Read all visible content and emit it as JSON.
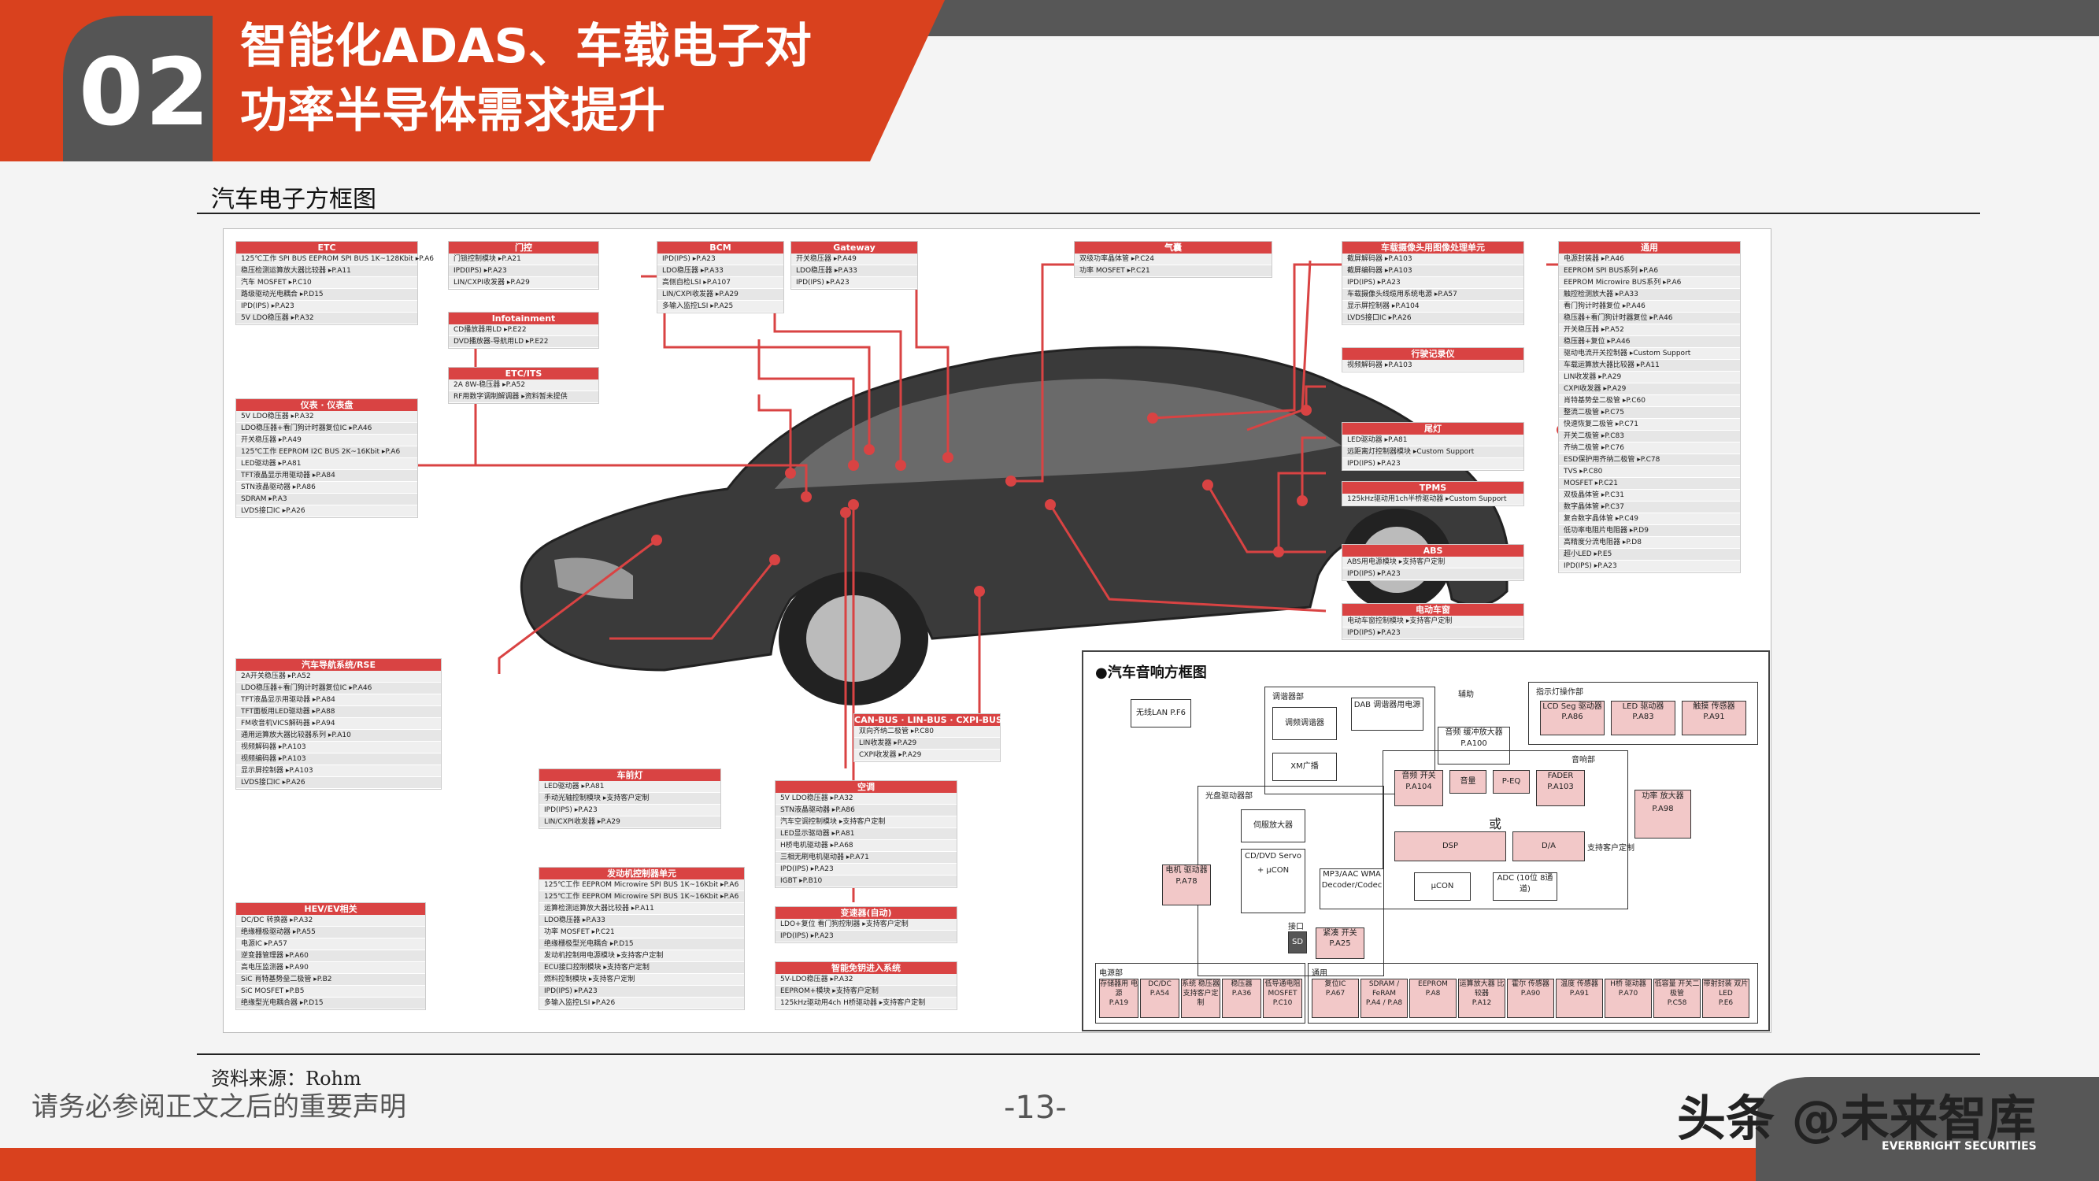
{
  "header": {
    "section_number": "02",
    "title_line1": "智能化ADAS、车载电子对",
    "title_line2": "功率半导体需求提升"
  },
  "figure_caption": "汽车电子方框图",
  "source": "资料来源：Rohm",
  "disclaimer": "请务必参阅正文之后的重要声明",
  "page_number": "-13-",
  "watermark": "头条 @未来智库",
  "watermark_sub": "EVERBRIGHT SECURITIES",
  "colors": {
    "brand_red": "#d9411e",
    "header_gray": "#575757",
    "box_red": "#d94343"
  },
  "boxes": [
    {
      "id": "etc",
      "title": "ETC",
      "rows": [
        "125℃工作 SPI BUS EEPROM SPI BUS 1K~128Kbit ▸P.A6",
        "稳压检测运算放大器比较器 ▸P.A11",
        "汽车 MOSFET ▸P.C10",
        "路级驱动光电耦合 ▸P.D15",
        "IPD(IPS) ▸P.A23",
        "5V LDO稳压器 ▸P.A32"
      ]
    },
    {
      "id": "door",
      "title": "门控",
      "rows": [
        "门锁控制模块 ▸P.A21",
        "IPD(IPS) ▸P.A23",
        "LIN/CXPI收发器 ▸P.A29"
      ]
    },
    {
      "id": "bcm",
      "title": "BCM",
      "rows": [
        "IPD(IPS) ▸P.A23",
        "LDO稳压器 ▸P.A33",
        "高侧自检LSI ▸P.A107",
        "LIN/CXPI收发器 ▸P.A29",
        "多输入监控LSI ▸P.A25"
      ]
    },
    {
      "id": "gateway",
      "title": "Gateway",
      "rows": [
        "开关稳压器 ▸P.A49",
        "LDO稳压器 ▸P.A33",
        "IPD(IPS) ▸P.A23"
      ]
    },
    {
      "id": "infotainment",
      "title": "Infotainment",
      "rows": [
        "CD播放器用LD ▸P.E22",
        "DVD播放器-导航用LD ▸P.E22"
      ]
    },
    {
      "id": "etcits",
      "title": "ETC/ITS",
      "rows": [
        "2A 8W-稳压器 ▸P.A52",
        "RF用数字调制解调器 ▸资料暂未提供"
      ]
    },
    {
      "id": "airbag",
      "title": "气囊",
      "rows": [
        "双级功率晶体管 ▸P.C24",
        "功率 MOSFET ▸P.C21"
      ]
    },
    {
      "id": "camera",
      "title": "车载摄像头用图像处理单元",
      "rows": [
        "截屏解码器 ▸P.A103",
        "截屏编码器 ▸P.A103",
        "IPD(IPS) ▸P.A23",
        "车载摄像头线缆用系统电源 ▸P.A57",
        "显示屏控制器 ▸P.A104",
        "LVDS接口IC ▸P.A26"
      ]
    },
    {
      "id": "general",
      "title": "通用",
      "rows": [
        "电源封装器 ▸P.A46",
        "EEPROM SPI BUS系列 ▸P.A6",
        "EEPROM Microwire BUS系列 ▸P.A6",
        "触控检测放大器 ▸P.A33",
        "看门狗计时器复位 ▸P.A46",
        "稳压器+看门狗计时器复位 ▸P.A46",
        "开关稳压器 ▸P.A52",
        "稳压器+复位 ▸P.A46",
        "驱动电流开关控制器 ▸Custom Support",
        "车载运算放大器比较器 ▸P.A11",
        "LIN收发器 ▸P.A29",
        "CXPI收发器 ▸P.A29",
        "肖特基势垒二极管 ▸P.C60",
        "整流二极管 ▸P.C75",
        "快速恢复二极管 ▸P.C71",
        "开关二极管 ▸P.C83",
        "齐纳二极管 ▸P.C76",
        "ESD保护用齐纳二极管 ▸P.C78",
        "TVS ▸P.C80",
        "MOSFET ▸P.C21",
        "双极晶体管 ▸P.C31",
        "数字晶体管 ▸P.C37",
        "复合数字晶体管 ▸P.C49",
        "低功率电阻片电阻器 ▸P.D9",
        "高精度分流电阻器 ▸P.D8",
        "超小LED ▸P.E5",
        "IPD(IPS) ▸P.A23"
      ]
    },
    {
      "id": "dashcam",
      "title": "行驶记录仪",
      "rows": [
        "视频解码器 ▸P.A103"
      ]
    },
    {
      "id": "taillight",
      "title": "尾灯",
      "rows": [
        "LED驱动器 ▸P.A81",
        "远距离灯控制器模块 ▸Custom Support",
        "IPD(IPS) ▸P.A23"
      ]
    },
    {
      "id": "tpms",
      "title": "TPMS",
      "rows": [
        "125kHz驱动用1ch半桥驱动器 ▸Custom Support"
      ]
    },
    {
      "id": "abs",
      "title": "ABS",
      "rows": [
        "ABS用电源模块 ▸支持客户定制",
        "IPD(IPS) ▸P.A23"
      ]
    },
    {
      "id": "seat",
      "title": "电动车窗",
      "rows": [
        "电动车窗控制模块 ▸支持客户定制",
        "IPD(IPS) ▸P.A23"
      ]
    },
    {
      "id": "cluster",
      "title": "仪表 · 仪表盘",
      "rows": [
        "5V LDO稳压器 ▸P.A32",
        "LDO稳压器+看门狗计时器复位IC ▸P.A46",
        "开关稳压器 ▸P.A49",
        "125℃工作 EEPROM I2C BUS 2K~16Kbit ▸P.A6",
        "LED驱动器 ▸P.A81",
        "TFT液晶显示用驱动器 ▸P.A84",
        "STN液晶驱动器 ▸P.A86",
        "SDRAM ▸P.A3",
        "LVDS接口IC ▸P.A26"
      ]
    },
    {
      "id": "nav",
      "title": "汽车导航系统/RSE",
      "rows": [
        "2A开关稳压器 ▸P.A52",
        "LDO稳压器+看门狗计时器复位IC ▸P.A46",
        "TFT液晶显示用驱动器 ▸P.A84",
        "TFT面板用LED驱动器 ▸P.A88",
        "FM收音机VICS解码器 ▸P.A94",
        "通用运算放大器比较器系列 ▸P.A10",
        "视频解码器 ▸P.A103",
        "视频编码器 ▸P.A103",
        "显示屏控制器 ▸P.A103",
        "LVDS接口IC ▸P.A26"
      ]
    },
    {
      "id": "headlight",
      "title": "车前灯",
      "rows": [
        "LED驱动器 ▸P.A81",
        "手动光轴控制模块 ▸支持客户定制",
        "IPD(IPS) ▸P.A23",
        "LIN/CXPI收发器 ▸P.A29"
      ]
    },
    {
      "id": "canbus",
      "title": "CAN-BUS · LIN-BUS · CXPI-BUS",
      "rows": [
        "双向齐纳二极管 ▸P.C80",
        "LIN收发器 ▸P.A29",
        "CXPI收发器 ▸P.A29"
      ]
    },
    {
      "id": "ac",
      "title": "空调",
      "rows": [
        "5V LDO稳压器 ▸P.A32",
        "STN液晶驱动器 ▸P.A86",
        "汽车空调控制模块 ▸支持客户定制",
        "LED显示驱动器 ▸P.A81",
        "H桥电机驱动器 ▸P.A68",
        "三相无刷电机驱动器 ▸P.A71",
        "IPD(IPS) ▸P.A23",
        "IGBT ▸P.B10"
      ]
    },
    {
      "id": "powertrain",
      "title": "发动机控制器单元",
      "rows": [
        "125℃工作 EEPROM Microwire SPI BUS 1K~16Kbit ▸P.A6",
        "125℃工作 EEPROM Microwire SPI BUS 1K~16Kbit ▸P.A6",
        "运算检测运算放大器比较器 ▸P.A11",
        "LDO稳压器 ▸P.A33",
        "功率 MOSFET ▸P.C21",
        "绝缘栅极型光电耦合 ▸P.D15",
        "发动机控制用电源模块 ▸支持客户定制",
        "ECU接口控制模块 ▸支持客户定制",
        "燃料控制模块 ▸支持客户定制",
        "IPD(IPS) ▸P.A23",
        "多输入监控LSI ▸P.A26"
      ]
    },
    {
      "id": "mirror",
      "title": "变速器(自动)",
      "rows": [
        "LDO+复位 看门狗控制器 ▸支持客户定制",
        "IPD(IPS) ▸P.A23"
      ]
    },
    {
      "id": "keyless",
      "title": "智能免钥进入系统",
      "rows": [
        "5V-LDO稳压器 ▸P.A32",
        "EEPROM+模块 ▸支持客户定制",
        "125kHz驱动用4ch H桥驱动器 ▸支持客户定制"
      ]
    },
    {
      "id": "hev",
      "title": "HEV/EV相关",
      "rows": [
        "DC/DC 转换器 ▸P.A32",
        "绝缘栅极驱动器 ▸P.A55",
        "电源IC ▸P.A57",
        "逆变器管理器 ▸P.A60",
        "高电压监测器 ▸P.A90",
        "SiC 肖特基势垒二极管 ▸P.B2",
        "SiC MOSFET ▸P.B5",
        "绝缘型光电耦合器 ▸P.D15"
      ]
    }
  ],
  "audio": {
    "title": "●汽车音响方框图",
    "labels": {
      "wireless_lan": "无线LAN",
      "wireless_lan_ref": "P.F6",
      "tuner_group": "调谐器部",
      "tuner": "调频调谐器",
      "dab": "DAB 调谐器用电源",
      "xm": "XM广播",
      "aux": "辅助",
      "sound_amp": "音频 缓冲放大器",
      "sound_amp_ref": "P.A100",
      "indicator": "指示灯操作部",
      "lcd": "LCD Seg 驱动器",
      "lcd_ref": "P.A86",
      "led": "LED 驱动器",
      "led_ref": "P.A83",
      "sensor": "触摸 传感器",
      "sensor_ref": "P.A91",
      "audio_group": "音响部",
      "input_sw": "音频 开关",
      "input_ref": "P.A104",
      "volume": "音量",
      "peq": "P-EQ",
      "fader": "FADER",
      "fader_ref": "P.A103",
      "or_label": "或",
      "dsp": "DSP",
      "da": "D/A",
      "custom": "支持客户定制",
      "power_amp": "功率 放大器",
      "power_amp_ref": "P.A98",
      "cd_group": "光盘驱动器部",
      "servo_amp": "伺服放大器",
      "cd_servo": "CD/DVD Servo + μCON",
      "motor": "电机 驱动器",
      "motor_ref": "P.A78",
      "mp3": "MP3/AAC WMA Decoder/Codec",
      "ucon": "μCON",
      "adc": "ADC (10位 8通道)",
      "interface": "接口",
      "sd": "SD",
      "usb_sw": "紧凑 开关",
      "usb_ref": "P.A25",
      "power_group": "电源部",
      "general_group": "通用",
      "power_items": [
        "存储器用 电源",
        "DC/DC",
        "系统 稳压器",
        "稳压器",
        "低导通电阻 MOSFET"
      ],
      "power_refs": [
        "P.A19",
        "P.A54",
        "支持客户定制",
        "P.A36",
        "P.C10"
      ],
      "general_items": [
        "复位IC",
        "SDRAM / FeRAM",
        "EEPROM",
        "运算放大器 比较器",
        "霍尔 传感器",
        "温度 传感器",
        "H桥 驱动器",
        "低容量 开关二极管",
        "带射封装 双片LED"
      ],
      "general_refs": [
        "P.A67",
        "P.A4 / P.A8",
        "P.A8",
        "P.A12",
        "P.A90",
        "P.A91",
        "P.A70",
        "P.C58",
        "P.E6"
      ]
    }
  }
}
